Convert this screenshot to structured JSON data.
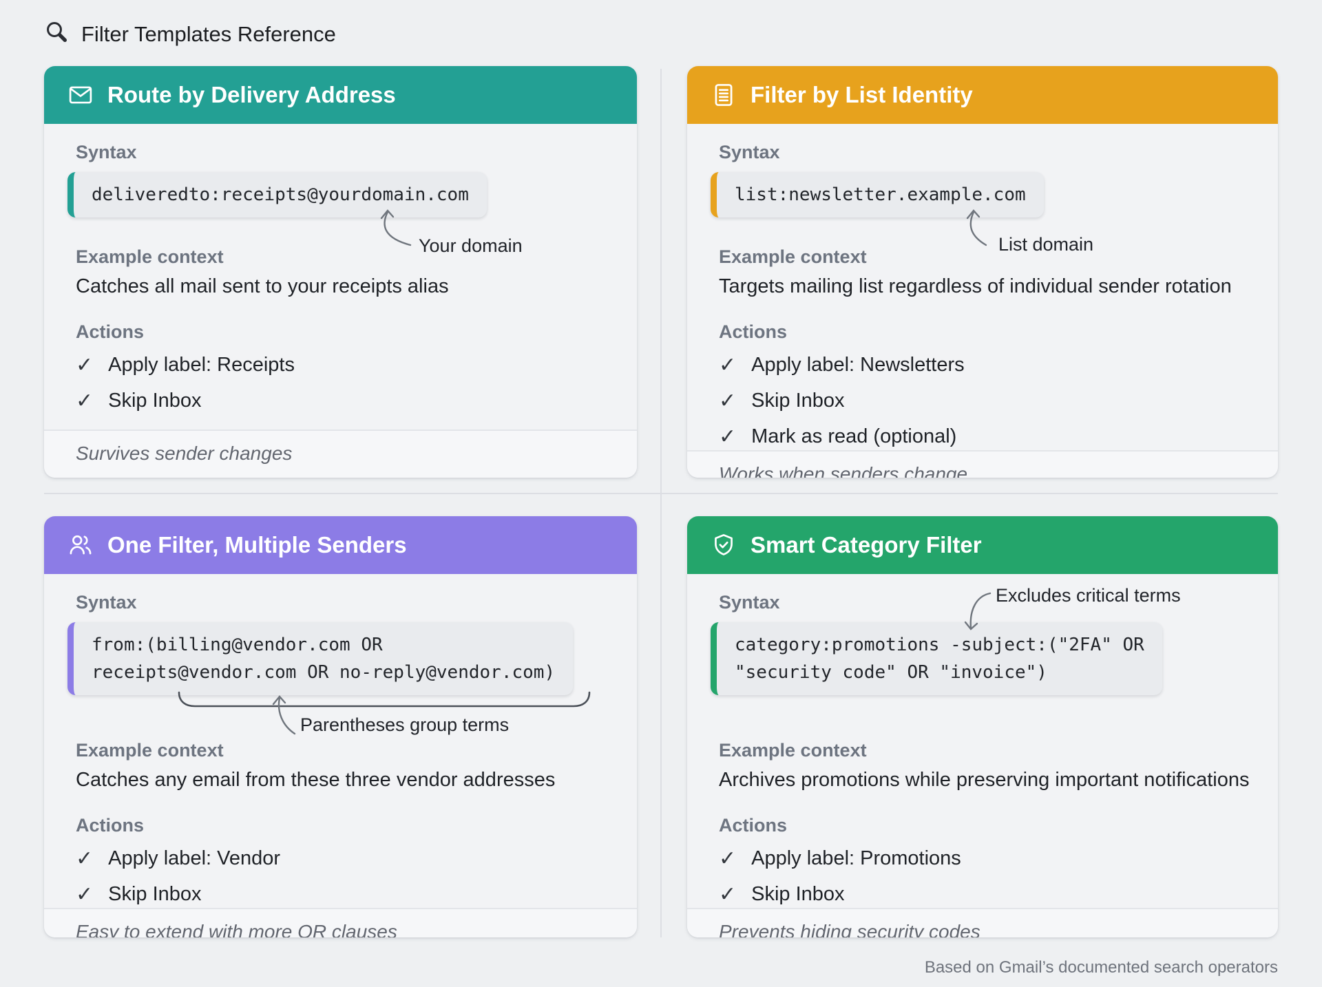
{
  "page": {
    "title": "Filter Templates Reference",
    "title_icon": "search-icon",
    "attribution": "Based on Gmail’s documented search operators",
    "background": "#eef0f2"
  },
  "labels": {
    "syntax": "Syntax",
    "example_context": "Example context",
    "actions": "Actions",
    "check": "✓"
  },
  "cards": [
    {
      "title": "Route by Delivery Address",
      "icon": "envelope-icon",
      "accent": "#23a094",
      "code": "deliveredto:receipts@yourdomain.com",
      "annotation": "Your domain",
      "context": "Catches all mail sent to your receipts alias",
      "actions": [
        "Apply label: Receipts",
        "Skip Inbox"
      ],
      "footer": "Survives sender changes"
    },
    {
      "title": "Filter by List Identity",
      "icon": "list-icon",
      "accent": "#e7a21d",
      "code": "list:newsletter.example.com",
      "annotation": "List domain",
      "context": "Targets mailing list regardless of individual sender rotation",
      "actions": [
        "Apply label: Newsletters",
        "Skip Inbox",
        "Mark as read (optional)"
      ],
      "footer": "Works when senders change"
    },
    {
      "title": "One Filter, Multiple Senders",
      "icon": "users-icon",
      "accent": "#8c7ce6",
      "code": "from:(billing@vendor.com OR\nreceipts@vendor.com OR no-reply@vendor.com)",
      "annotation": "Parentheses group terms",
      "context": "Catches any email from these three vendor addresses",
      "actions": [
        "Apply label: Vendor",
        "Skip Inbox"
      ],
      "footer": "Easy to extend with more OR clauses"
    },
    {
      "title": "Smart Category Filter",
      "icon": "shield-check-icon",
      "accent": "#24a56b",
      "code": "category:promotions -subject:(\"2FA\" OR\n\"security code\" OR \"invoice\")",
      "annotation": "Excludes critical terms",
      "context": "Archives promotions while preserving important notifications",
      "actions": [
        "Apply label: Promotions",
        "Skip Inbox"
      ],
      "footer": "Prevents hiding security codes"
    }
  ]
}
